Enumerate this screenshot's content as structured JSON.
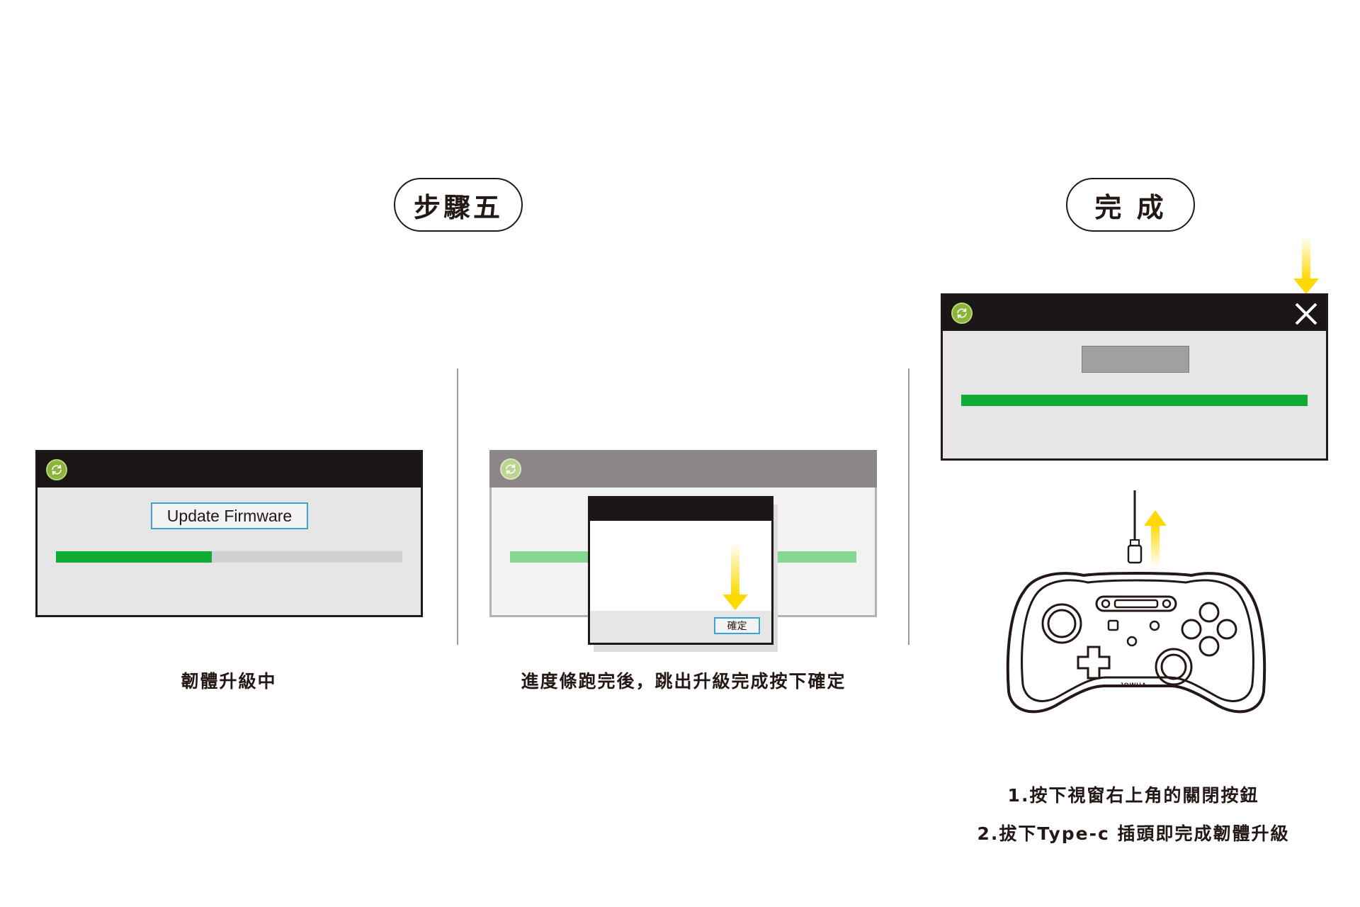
{
  "headings": {
    "step5": "步驟五",
    "done": "完 成"
  },
  "panel1": {
    "button_label": "Update Firmware",
    "progress": 0.45,
    "caption": "韌體升級中"
  },
  "panel2": {
    "progress": 1.0,
    "dialog_confirm_label": "確定",
    "caption": "進度條跑完後，跳出升級完成按下確定"
  },
  "panel3": {
    "progress": 1.0,
    "controller_brand": "JOWUA",
    "instruction_1": "1.按下視窗右上角的關閉按鈕",
    "instruction_2": "2.拔下Type-c 插頭即完成韌體升級"
  },
  "colors": {
    "progress_green": "#0fac35",
    "progress_faded": "#86d793",
    "arrow_yellow": "#ffd900",
    "titlebar": "#1b1616",
    "accent_blue": "#3aa3d8"
  },
  "icons": [
    "app-sync-icon",
    "close-icon",
    "down-arrow-icon",
    "up-arrow-icon",
    "usb-c-cable-icon",
    "gamepad-icon"
  ]
}
